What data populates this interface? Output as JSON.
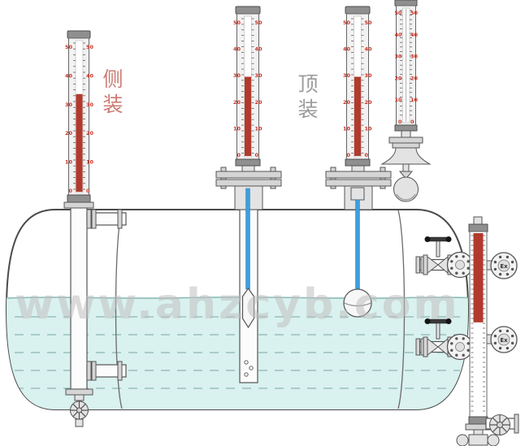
{
  "watermark": {
    "text": "www.ahzcyb.com"
  },
  "labels": {
    "side_mounted": "侧装",
    "top_mounted": "顶装"
  },
  "gauge_scale": {
    "numbers": [
      "50",
      "40",
      "30",
      "20",
      "10",
      "0"
    ]
  },
  "gauges": [
    {
      "name": "side-mounted-gauge",
      "fill_percent": 65,
      "fill_from": "bottom"
    },
    {
      "name": "top-mounted-gauge-1",
      "fill_percent": 57,
      "fill_from": "bottom"
    },
    {
      "name": "top-mounted-gauge-2",
      "fill_percent": 57,
      "fill_from": "bottom"
    },
    {
      "name": "detached-top-gauge",
      "fill_percent": 0,
      "fill_from": "bottom"
    },
    {
      "name": "right-side-gauge",
      "fill_percent": 49,
      "fill_from": "top"
    }
  ],
  "switches": {
    "label": "Ex"
  },
  "colors": {
    "liquid": "#d9f1ef",
    "indicator_red": "#b23a2c",
    "scale_red": "#cf3022",
    "tube_blue": "#3f9edd",
    "watermark": "#c0c0c0",
    "label_side": "#cc7b74",
    "label_top": "#9b9b9b"
  }
}
